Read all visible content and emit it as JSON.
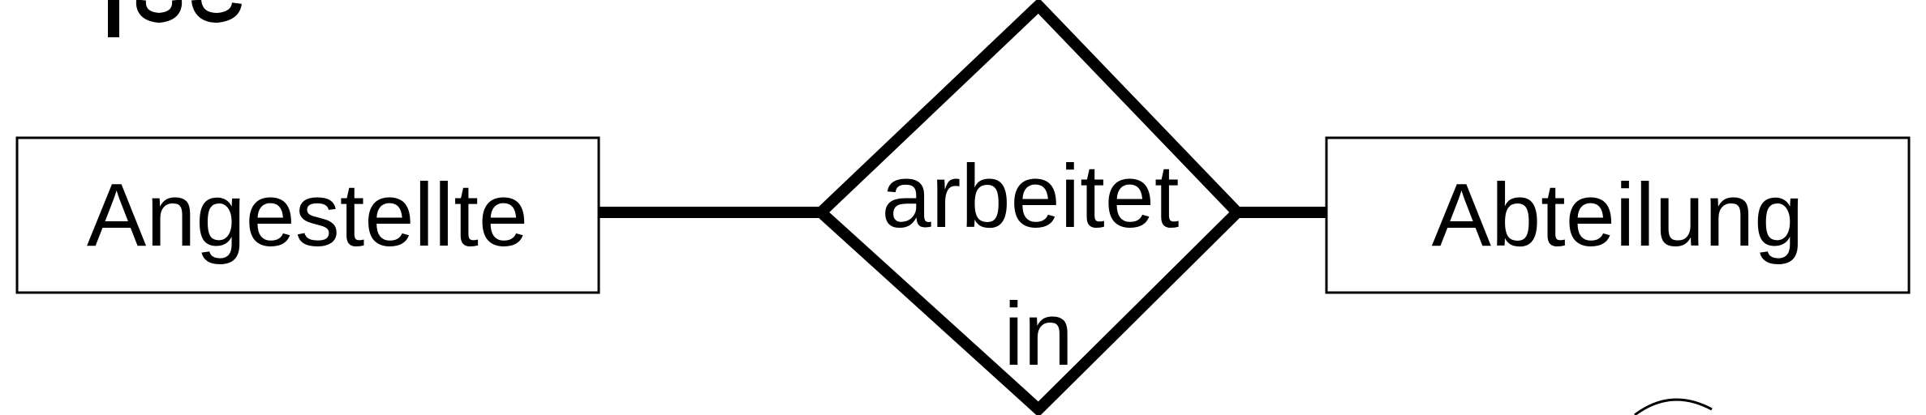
{
  "diagram": {
    "type": "er-diagram",
    "entities": [
      {
        "id": "angestellte",
        "label": "Angestellte"
      },
      {
        "id": "abteilung",
        "label": "Abteilung"
      }
    ],
    "relationship": {
      "id": "arbeitet-in",
      "label_line1": "arbeitet",
      "label_line2": "in"
    },
    "connections": [
      {
        "from": "angestellte",
        "to": "arbeitet-in"
      },
      {
        "from": "arbeitet-in",
        "to": "abteilung"
      }
    ]
  },
  "colors": {
    "stroke": "#000000",
    "fill": "#ffffff",
    "text": "#000000"
  }
}
